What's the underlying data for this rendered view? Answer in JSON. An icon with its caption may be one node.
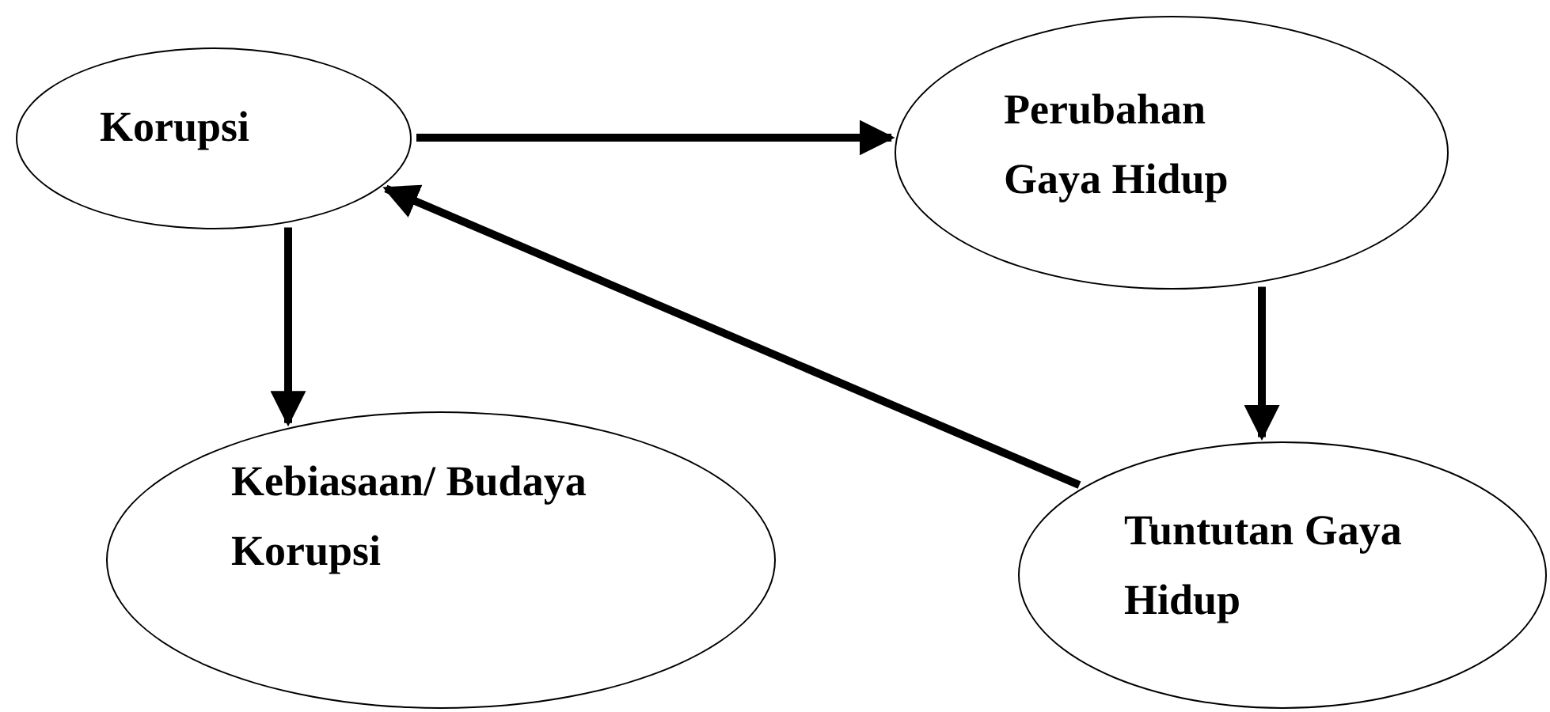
{
  "diagram": {
    "nodes": [
      {
        "text": [
          "Korupsi"
        ]
      },
      {
        "text": [
          "Perubahan Gaya Hidup"
        ]
      },
      {
        "text": [
          "Kebiasaan/ Budaya Korupsi"
        ]
      },
      {
        "text": [
          "Tuntutan Gaya Hidup"
        ]
      }
    ],
    "edges": [
      {
        "from": 0,
        "to": 1,
        "arrow": "to"
      },
      {
        "from": 0,
        "to": 2,
        "arrow": "to"
      },
      {
        "from": 1,
        "to": 3,
        "arrow": "to"
      },
      {
        "from": 3,
        "to": 0,
        "arrow": "to"
      }
    ]
  }
}
